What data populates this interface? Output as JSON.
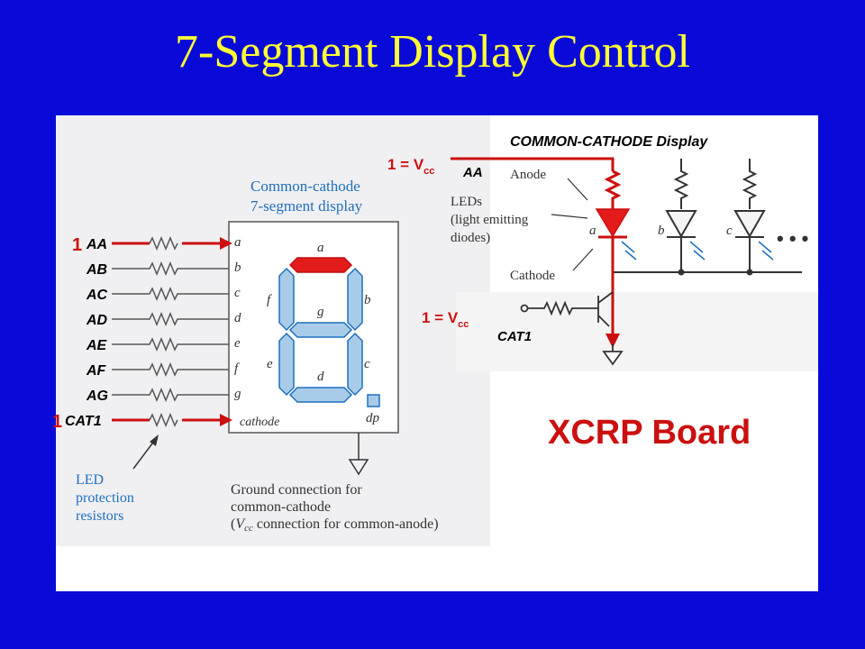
{
  "title": "7-Segment Display Control",
  "left_panel": {
    "heading_line1": "Common-cathode",
    "heading_line2": "7-segment display",
    "inputs": [
      {
        "pin": "AA",
        "segment": "a",
        "marker": "1"
      },
      {
        "pin": "AB",
        "segment": "b",
        "marker": ""
      },
      {
        "pin": "AC",
        "segment": "c",
        "marker": ""
      },
      {
        "pin": "AD",
        "segment": "d",
        "marker": ""
      },
      {
        "pin": "AE",
        "segment": "e",
        "marker": ""
      },
      {
        "pin": "AF",
        "segment": "f",
        "marker": ""
      },
      {
        "pin": "AG",
        "segment": "g",
        "marker": ""
      },
      {
        "pin": "CAT1",
        "segment": "",
        "marker": "1"
      }
    ],
    "cathode_label": "cathode",
    "dp_label": "dp",
    "segments": {
      "a": "a",
      "b": "b",
      "c": "c",
      "d": "d",
      "e": "e",
      "f": "f",
      "g": "g"
    },
    "resistor_note": [
      "LED",
      "protection",
      "resistors"
    ],
    "ground_note_line1": "Ground connection for",
    "ground_note_line2": "common-cathode",
    "ground_note_line3_vcc": "V",
    "ground_note_line3_sub": "cc",
    "ground_note_line3_rest": " connection for common-anode)"
  },
  "right_panel": {
    "heading": "COMMON-CATHODE Display",
    "vcc_label_top": "1 = V",
    "vcc_sub": "cc",
    "aa_label": "AA",
    "anode_label": "Anode",
    "leds_note": [
      "LEDs",
      "(light emitting",
      "diodes)"
    ],
    "cathode_label": "Cathode",
    "diode_labels": [
      "a",
      "b",
      "c"
    ],
    "ellipsis": "• • •",
    "vcc_label_mid": "1 = V",
    "cat1_label": "CAT1",
    "board_label": "XCRP Board"
  },
  "colors": {
    "background": "#0a0ad8",
    "title": "#ffff33",
    "highlight": "#cc1010",
    "segment_fill": "#a8cce8",
    "label_blue": "#1e6fc0"
  }
}
